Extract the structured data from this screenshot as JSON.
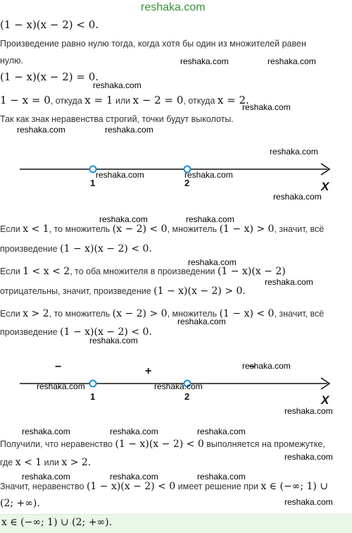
{
  "watermarks": {
    "top": "reshaka.com",
    "mark": "reshaka.com"
  },
  "lines": {
    "l1_math": "(1 − x)(x − 2) < 0.",
    "l2_text": "Произведение равно нулю тогда, когда хотя бы один из множителей равен",
    "l3_text": "нулю.",
    "l4_math": "(1 − x)(x − 2) = 0.",
    "l5_math_a": "1 − x = 0",
    "l5_text_a": ", откуда ",
    "l5_math_b": "x = 1",
    "l5_text_b": " или ",
    "l5_math_c": "x − 2 = 0",
    "l5_text_c": ", откуда ",
    "l5_math_d": "x = 2",
    "l5_end": ".",
    "l6_text": "Так как знак неравенства строгий, точки будут выколоты.",
    "p1_t1": "Если ",
    "p1_m1": "x < 1",
    "p1_t2": ", то множитель ",
    "p1_m2": "(x − 2) < 0",
    "p1_t3": ", множитель ",
    "p1_m3": "(1 − x) > 0",
    "p1_t4": ", значит, всё",
    "p1b_t1": "произведение ",
    "p1b_m1": "(1 − x)(x − 2) < 0.",
    "p2_t1": "Если ",
    "p2_m1": "1 < x < 2",
    "p2_t2": ", то оба множителя в произведении ",
    "p2_m2": "(1 − x)(x − 2)",
    "p2b_t1": "отрицательны, значит, произведение ",
    "p2b_m1": "(1 − x)(x − 2) > 0.",
    "p3_t1": "Если ",
    "p3_m1": "x > 2",
    "p3_t2": ", то множитель ",
    "p3_m2": "(x − 2) > 0",
    "p3_t3": ", множитель ",
    "p3_m3": "(1 − x) < 0",
    "p3_t4": ", значит, всё",
    "p3b_t1": "произведение ",
    "p3b_m1": "(1 − x)(x − 2) < 0.",
    "p4_t1": "Получили, что неравенство ",
    "p4_m1": "(1 − x)(x − 2) < 0",
    "p4_t2": " выполняется на промежутке,",
    "p4b_t1": "где ",
    "p4b_m1": "x < 1",
    "p4b_t2": " или ",
    "p4b_m2": "x > 2.",
    "p5_t1": "Значит, неравенство ",
    "p5_m1": "(1 − x)(x − 2) < 0",
    "p5_t2": " имеет решение при ",
    "p5_m2": "x ∈ (−∞;  1) ∪",
    "p5b_m1": "(2;  +∞).",
    "answer": "x ∈ (−∞;  1) ∪ (2;  +∞)."
  },
  "axis1": {
    "p1": "1",
    "p2": "2",
    "var": "X"
  },
  "axis2": {
    "p1": "1",
    "p2": "2",
    "var": "X",
    "sign_left": "−",
    "sign_mid": "+",
    "sign_right": "−"
  },
  "colors": {
    "point": "#1a8fd6",
    "axis": "#111111",
    "answer_bg": "#e9f6e8",
    "watermark_top": "#3a8f3a"
  }
}
